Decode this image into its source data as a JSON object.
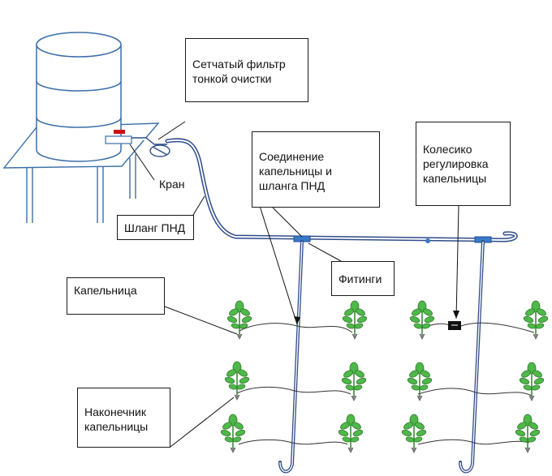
{
  "labels": {
    "filter": "Сетчатый фильтр\nтонкой очистки",
    "tap": "Кран",
    "hose": "Шланг ПНД",
    "connection": "Соединение\nкапельницы и\nшланга ПНД",
    "wheel": "Колесико\nрегулировка\nкапельницы",
    "fittings": "Фитинги",
    "dripper": "Капельница",
    "tip": "Наконечник\nкапельницы"
  },
  "colors": {
    "pipe": "#2f4c8a",
    "fitting": "#3a78c8",
    "plant": "#4fb84a",
    "tap_handle": "#cc1111",
    "tank_line": "#3a6ea8"
  },
  "icons": [
    "barrel-tank",
    "tap-valve",
    "mesh-filter",
    "plant-icon",
    "drip-tip-icon",
    "regulator-wheel-icon"
  ]
}
